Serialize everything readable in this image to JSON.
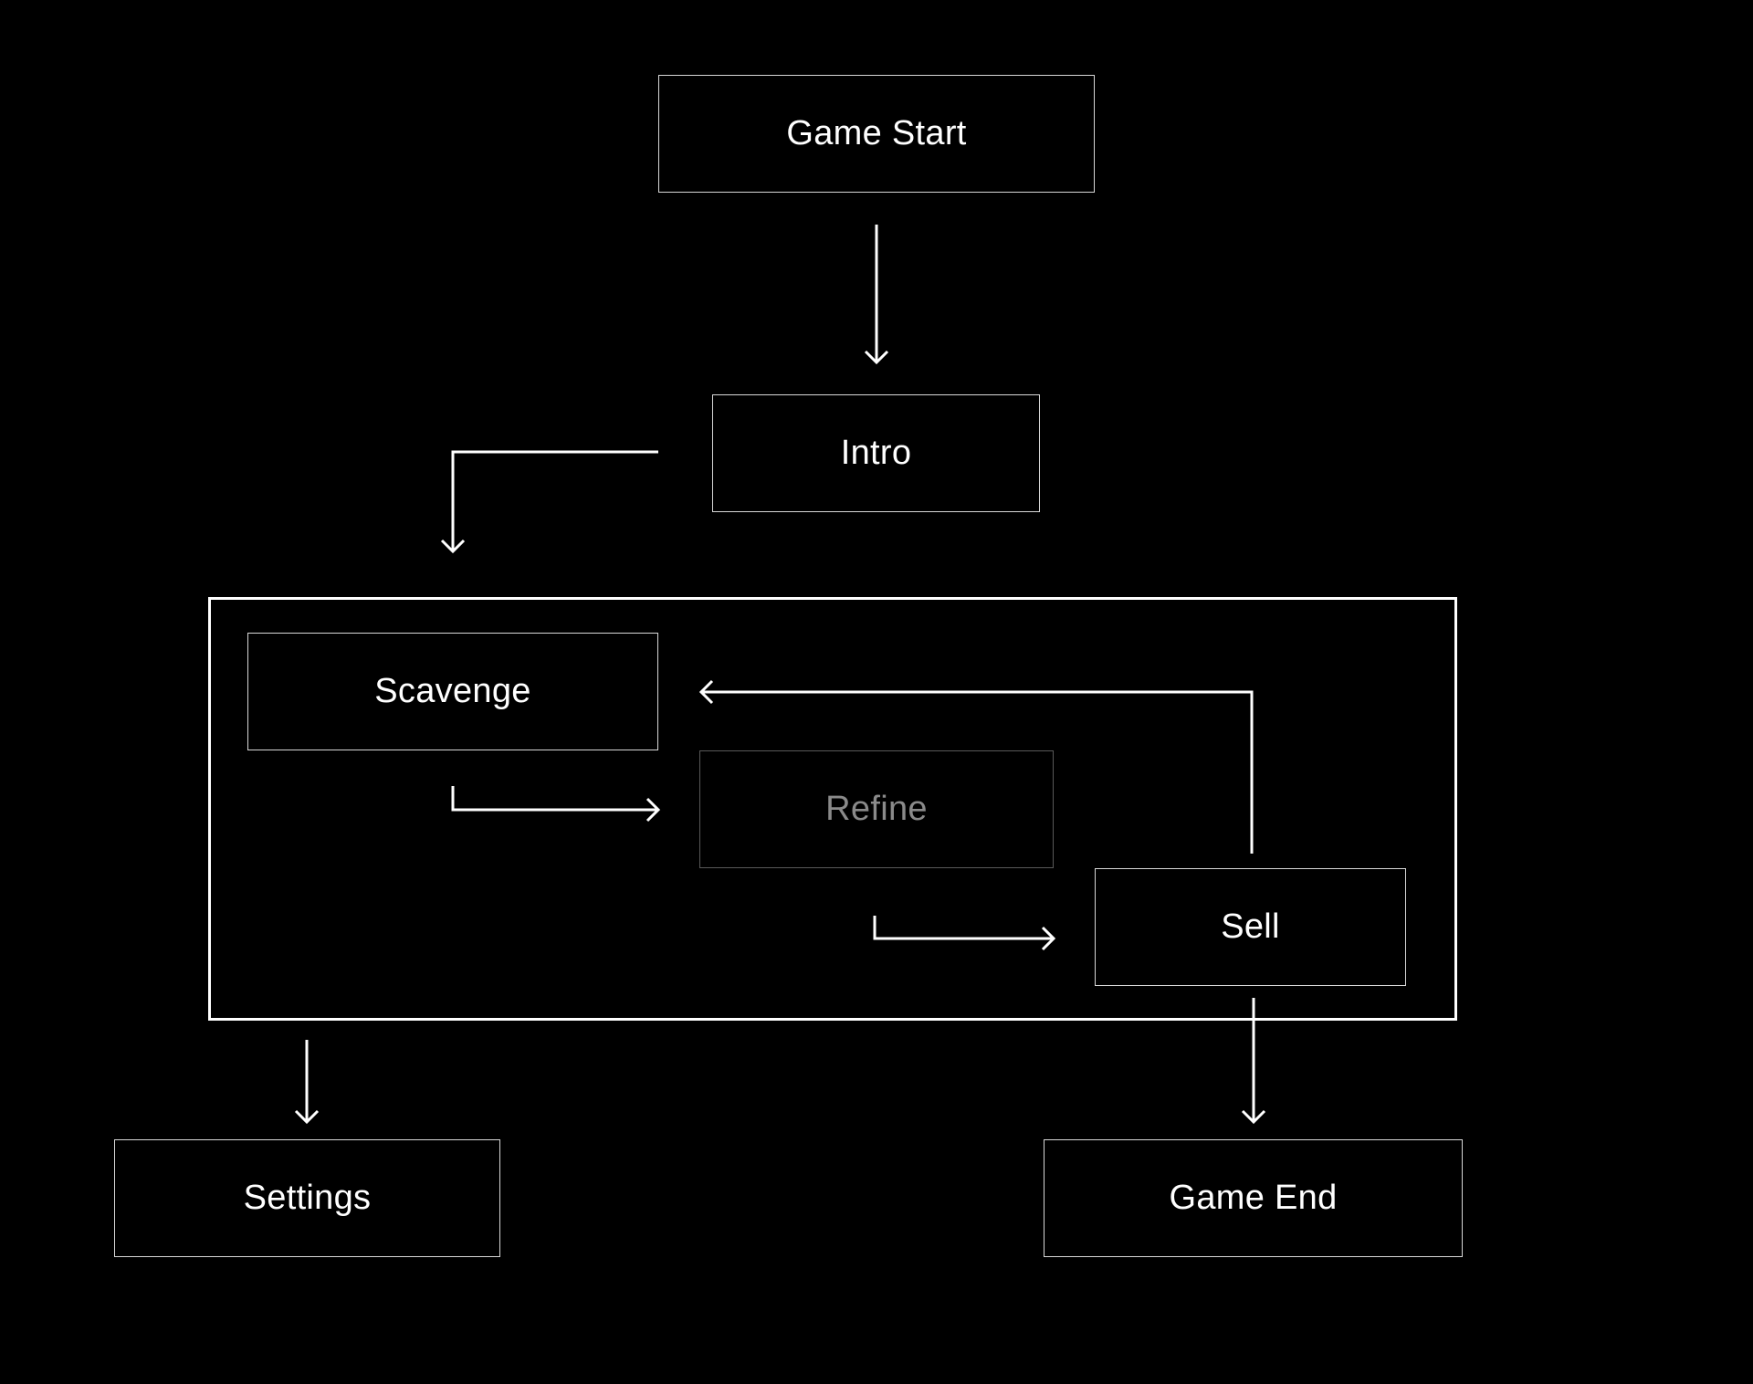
{
  "nodes": {
    "game_start": "Game Start",
    "intro": "Intro",
    "scavenge": "Scavenge",
    "refine": "Refine",
    "sell": "Sell",
    "settings": "Settings",
    "game_end": "Game End"
  },
  "colors": {
    "background": "#000000",
    "foreground": "#ffffff",
    "inactive": "#8a8a8a"
  }
}
